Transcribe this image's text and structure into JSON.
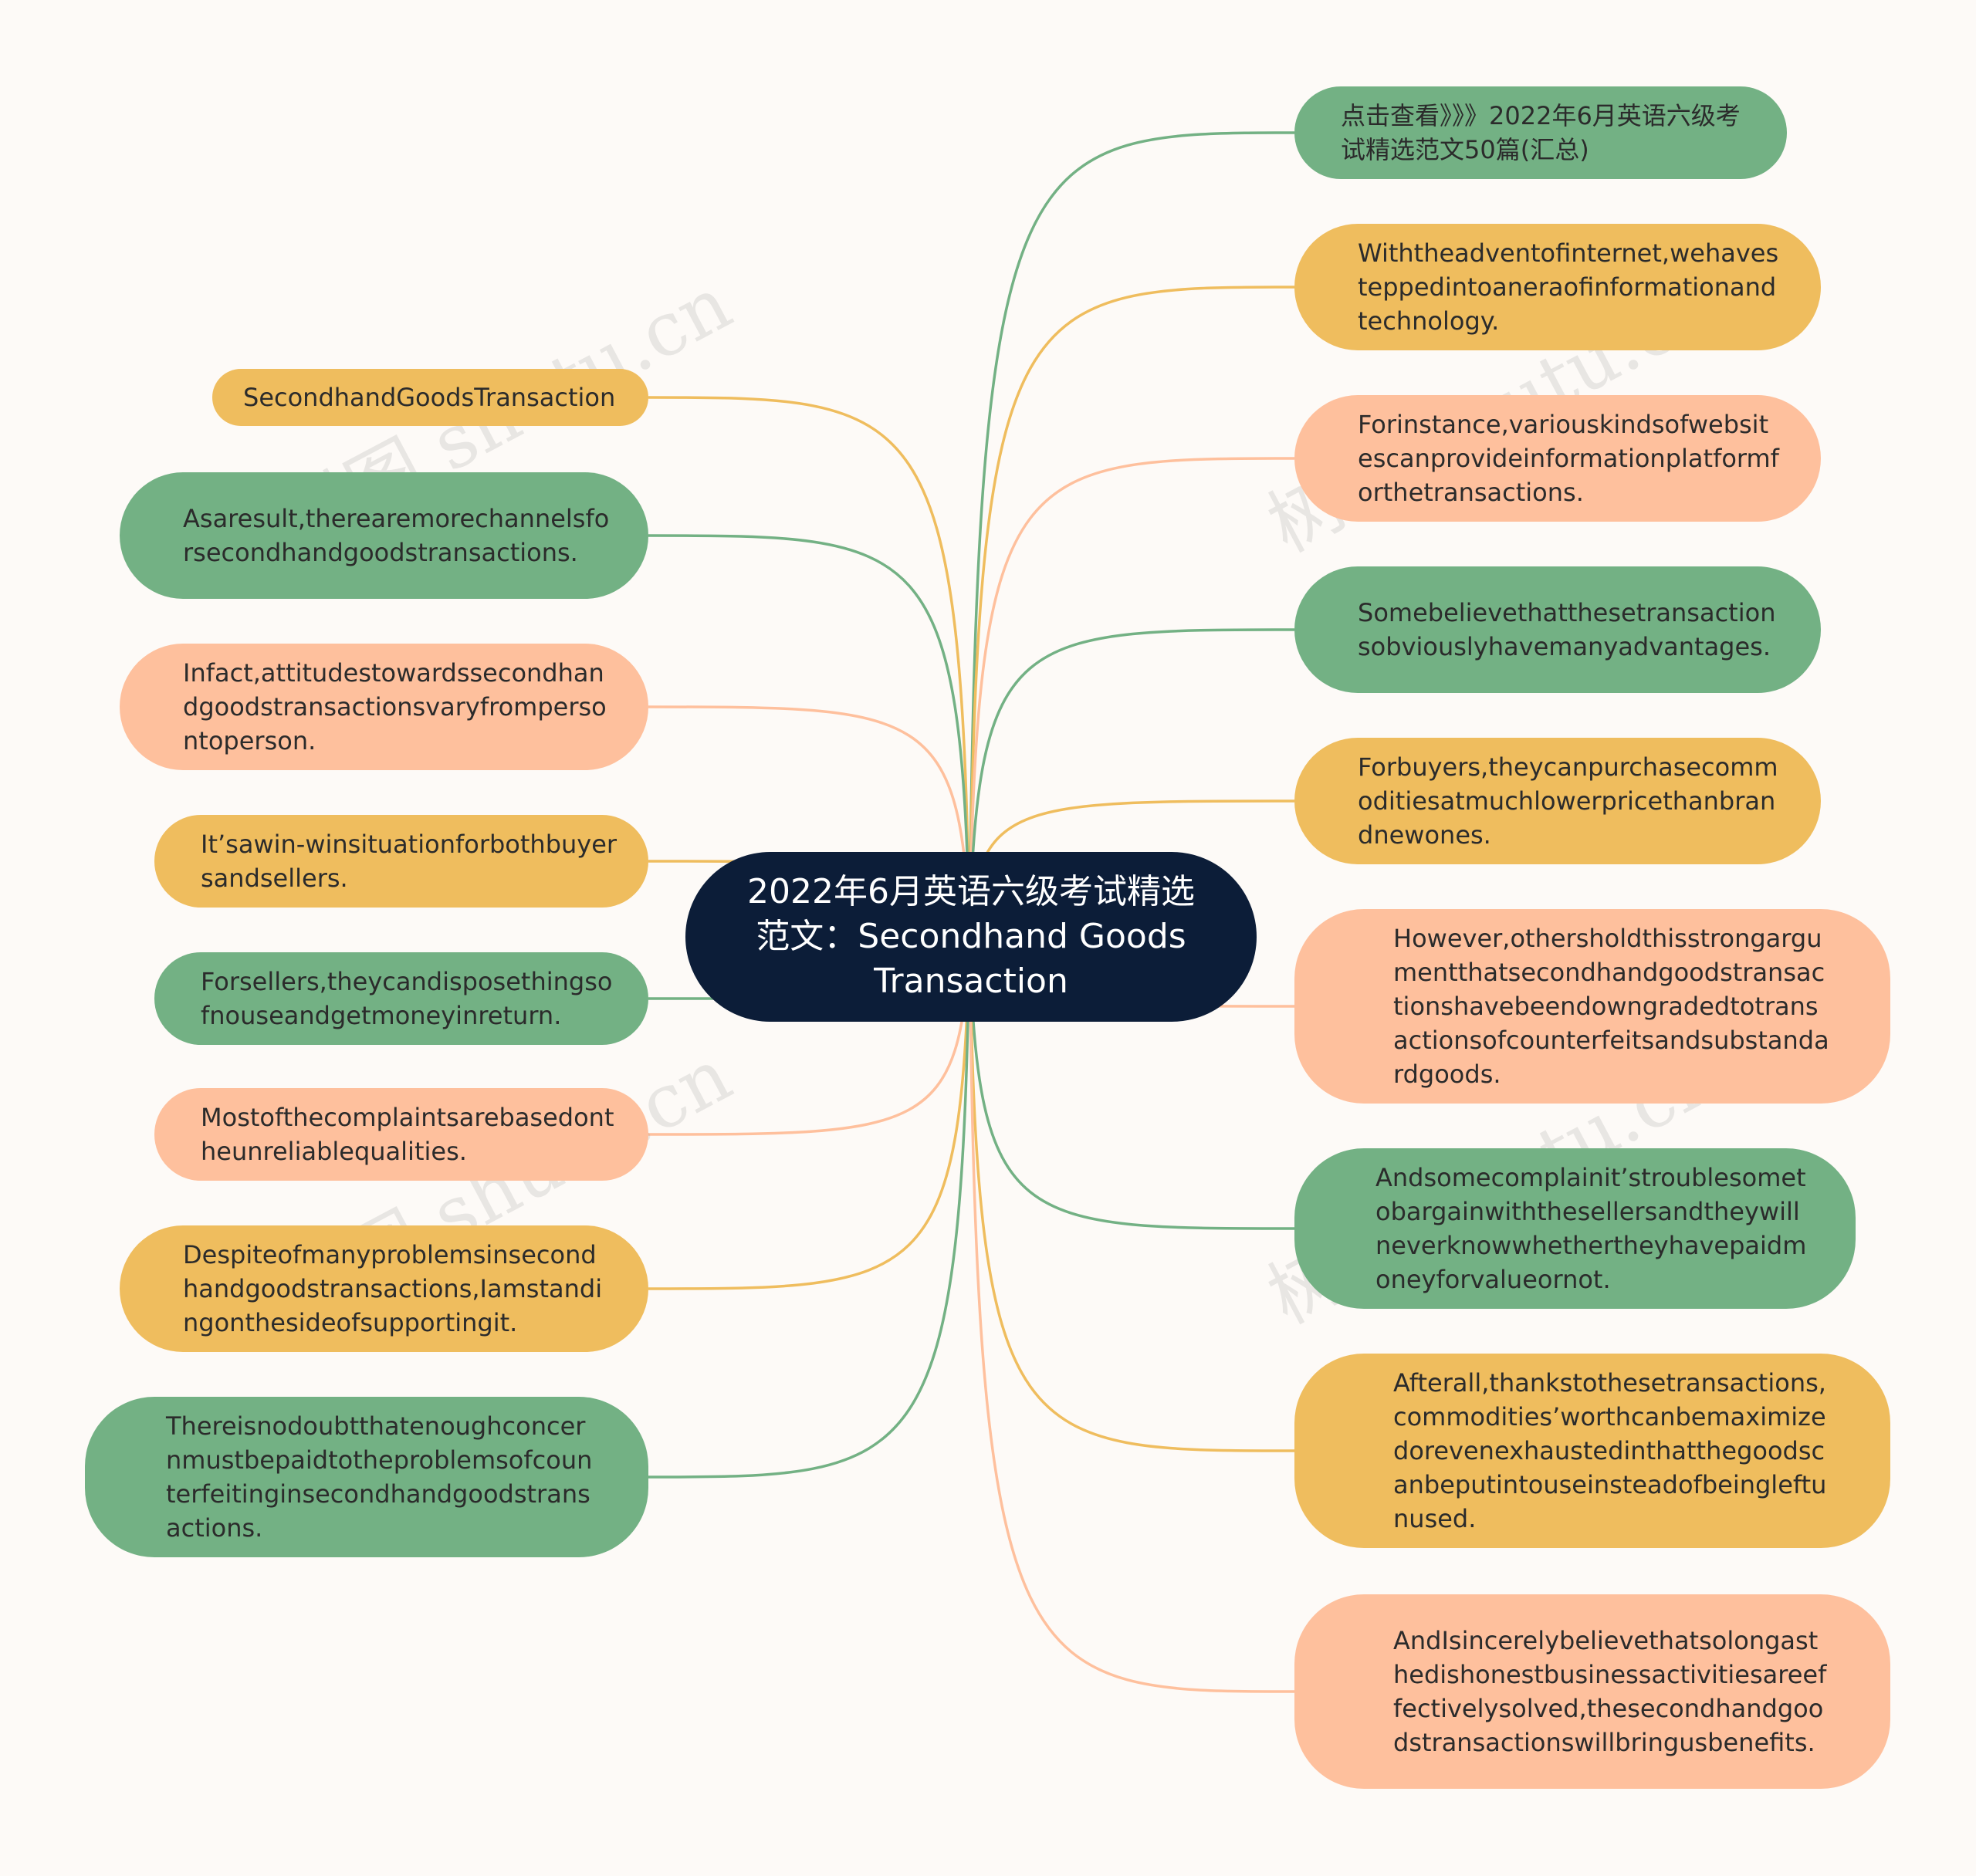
{
  "center": {
    "title": "2022年6月英语六级考试精选范文：Secondhand Goods Transaction"
  },
  "left_nodes": [
    {
      "text": "SecondhandGoodsTransaction",
      "color": "yellow"
    },
    {
      "text": "Asaresult,therearemorechannelsforsecondhandgoodstransactions.",
      "color": "green"
    },
    {
      "text": "Infact,attitudestowardssecondhandgoodstransactionsvaryfrompersontoperson.",
      "color": "peach"
    },
    {
      "text": "It’sawin-winsituationforbothbuyersandsellers.",
      "color": "yellow"
    },
    {
      "text": "Forsellers,theycandisposethingsofnouseandgetmoneyinreturn.",
      "color": "green"
    },
    {
      "text": "Mostofthecomplaintsarebasedontheunreliablequalities.",
      "color": "peach"
    },
    {
      "text": "Despiteofmanyproblemsinsecondhandgoodstransactions,Iamstandingonthesideofsupportingit.",
      "color": "yellow"
    },
    {
      "text": "Thereisnodoubtthatenoughconcernmustbepaidtotheproblemsofcounterfeitinginsecondhandgoodstransactions.",
      "color": "green"
    }
  ],
  "right_nodes": [
    {
      "text": "点击查看》》》2022年6月英语六级考试精选范文50篇(汇总)",
      "color": "green"
    },
    {
      "text": "Withtheadventofinternet,wehavesteppedintoaneraofinformationandtechnology.",
      "color": "yellow"
    },
    {
      "text": "Forinstance,variouskindsofwebsitescanprovideinformationplatformforthetransactions.",
      "color": "peach"
    },
    {
      "text": "Somebelievethatthesetransactionsobviouslyhavemanyadvantages.",
      "color": "green"
    },
    {
      "text": "Forbuyers,theycanpurchasecommoditiesatmuchlowerpricethanbrandnewones.",
      "color": "yellow"
    },
    {
      "text": "However,othersholdthisstrongargumentthatsecondhandgoodstransactionshavebeendowngradedtotransactionsofcounterfeitsandsubstandardgoods.",
      "color": "peach"
    },
    {
      "text": "Andsomecomplainit’stroublesometobargainwiththesellersandtheywillneverknowwhethertheyhavepaidmoneyforvalueornot.",
      "color": "green"
    },
    {
      "text": "Afterall,thankstothesetransactions,commodities’worthcanbemaximizedorevenexhaustedinthatthegoodscanbeputintouseinsteadofbeingleftunused.",
      "color": "yellow"
    },
    {
      "text": "AndIsincerelybelievethatsolongasthedishonestbusinessactivitiesareeffectivelysolved,thesecondhandgoodstransactionswillbringusbenefits.",
      "color": "peach"
    }
  ],
  "colors": {
    "green": "#73b184",
    "yellow": "#efbd5e",
    "peach": "#fec09d",
    "center": "#0c1d38",
    "background": "#fdfaf7"
  },
  "watermark": "树图 shutu.cn"
}
